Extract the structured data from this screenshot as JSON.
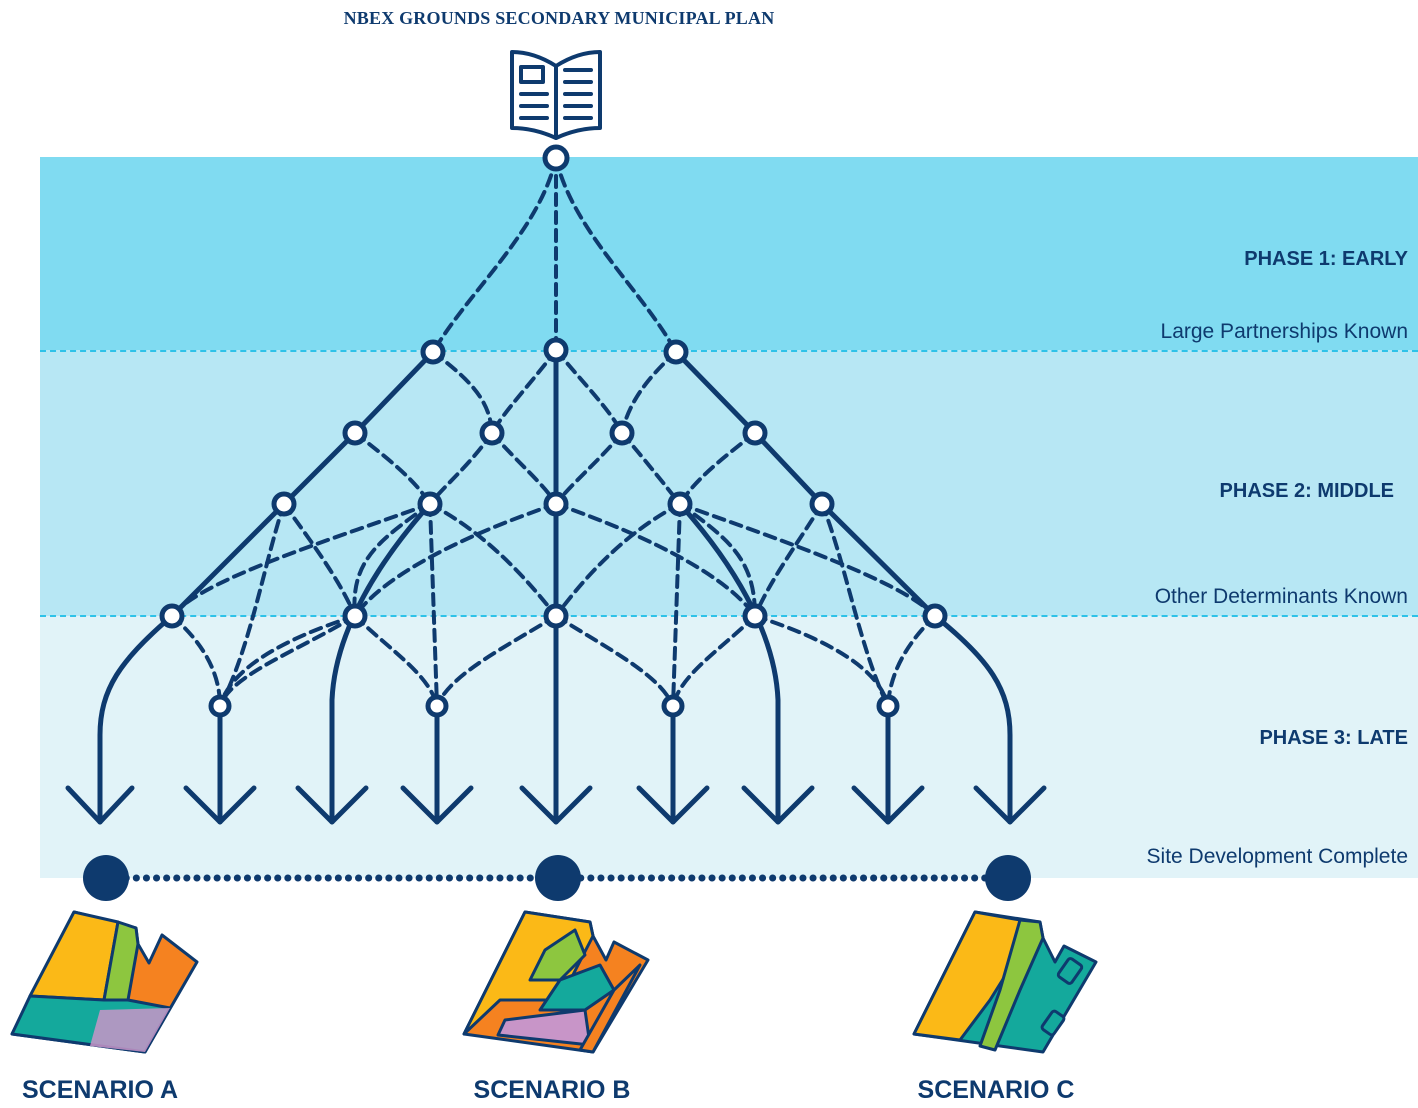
{
  "title": "NBEX GROUNDS SECONDARY MUNICIPAL PLAN",
  "icon": "open-book-icon",
  "phases": [
    {
      "label": "PHASE 1: EARLY"
    },
    {
      "label": "PHASE 2: MIDDLE"
    },
    {
      "label": "PHASE 3: LATE"
    }
  ],
  "milestones": [
    {
      "label": "Large Partnerships Known"
    },
    {
      "label": "Other Determinants Known"
    },
    {
      "label": "Site Development Complete"
    }
  ],
  "scenarios": [
    {
      "label": "SCENARIO A"
    },
    {
      "label": "SCENARIO B"
    },
    {
      "label": "SCENARIO C"
    }
  ],
  "colors": {
    "navy": "#0e3a6e",
    "phase1": "#80dbf1",
    "phase2": "#b7e7f4",
    "phase3": "#e1f3f8",
    "divider": "#2ec2e8",
    "yellow": "#fbb917",
    "green": "#8dc63f",
    "orange": "#f58220",
    "teal": "#14a99c",
    "lilac": "#c895c8"
  }
}
